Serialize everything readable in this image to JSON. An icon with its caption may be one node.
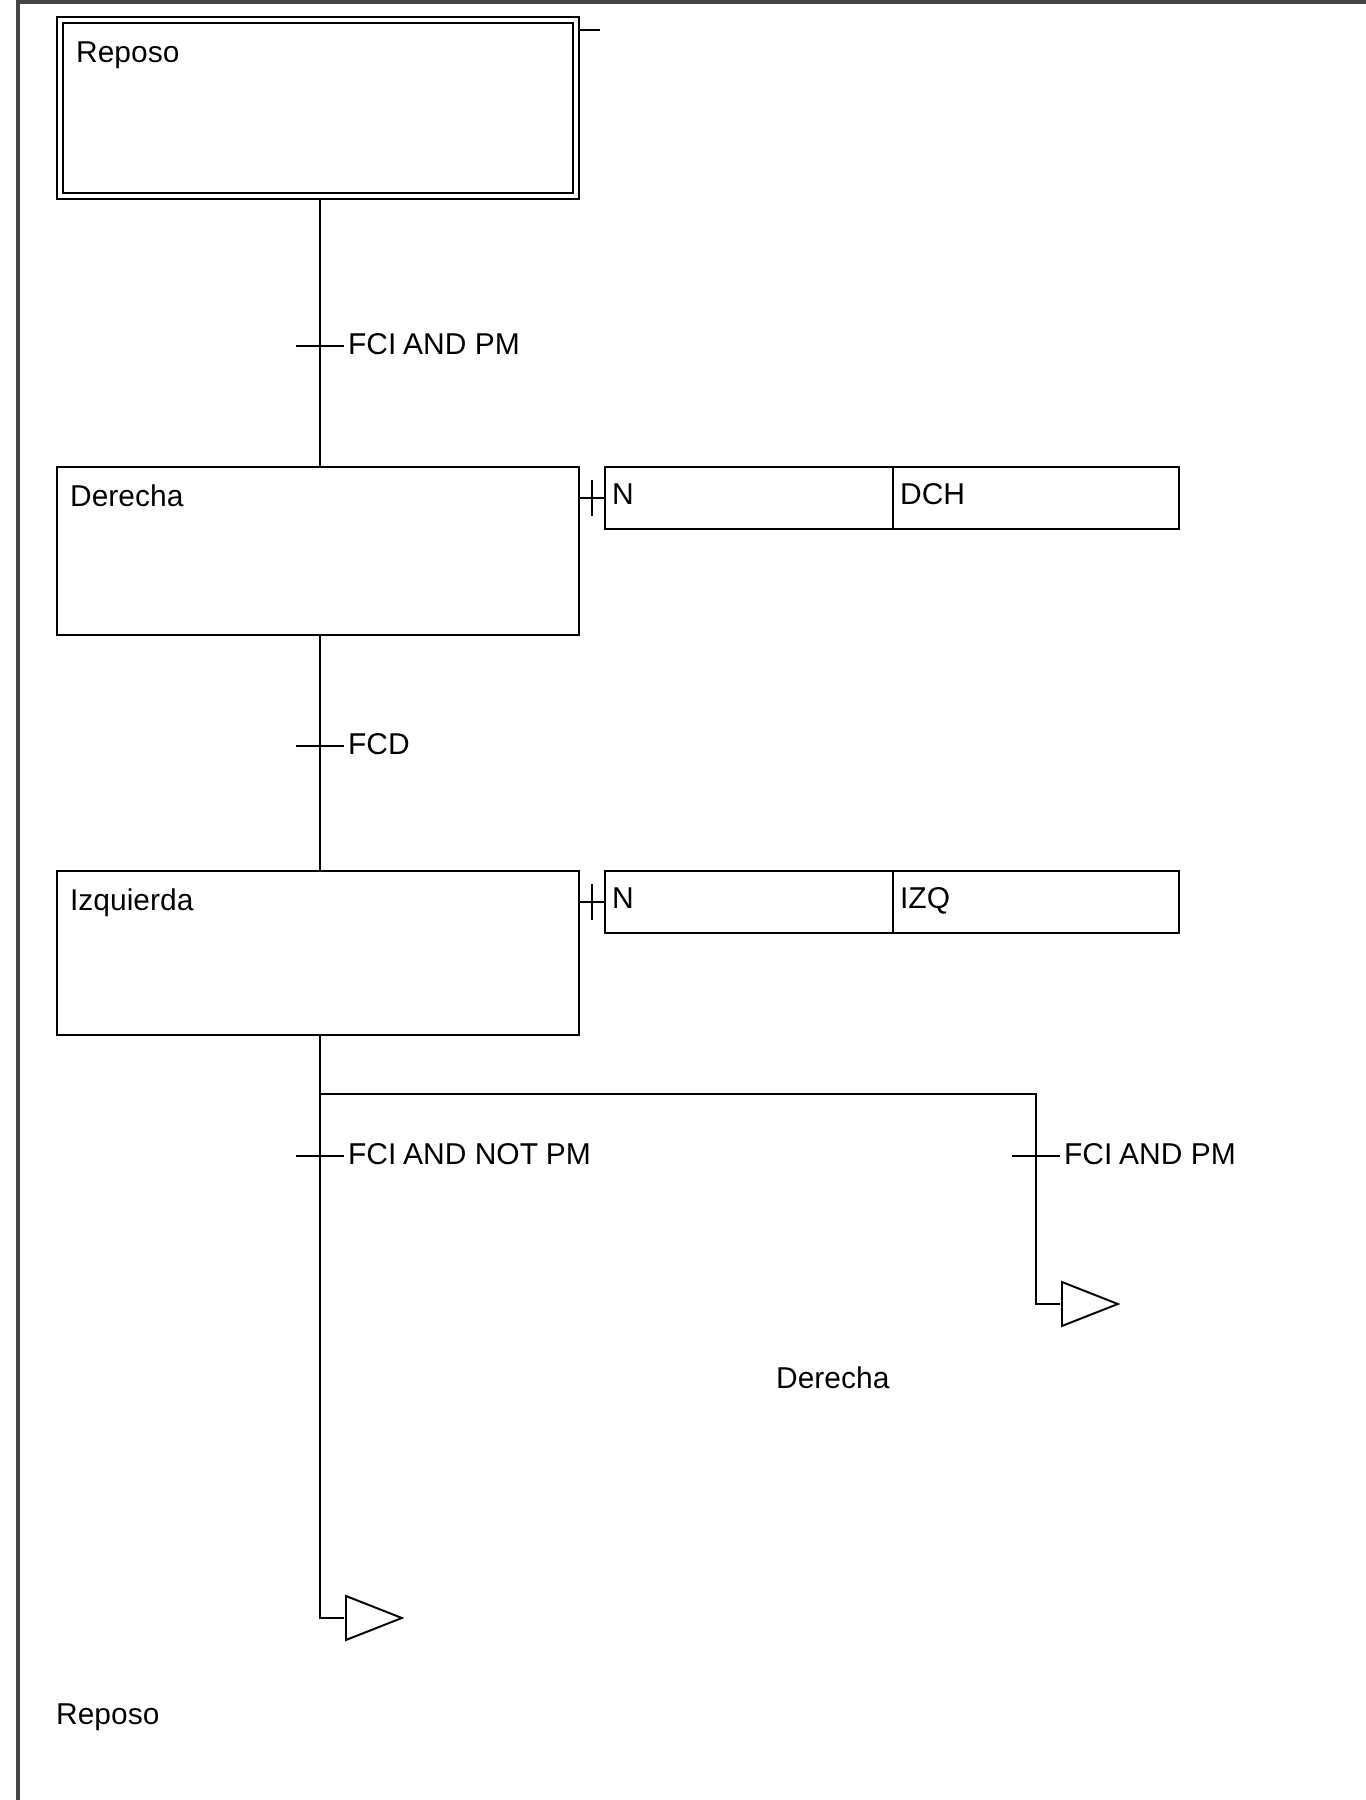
{
  "diagram": {
    "nodes": [
      {
        "text": [
          "Reposo"
        ]
      },
      {
        "text": [
          "Derecha"
        ]
      },
      {
        "text": [
          "N",
          "DCH"
        ]
      },
      {
        "text": [
          "Izquierda"
        ]
      },
      {
        "text": [
          "N",
          "IZQ"
        ]
      },
      {
        "text": [],
        "shape": "triangle"
      },
      {
        "text": [],
        "shape": "triangle"
      }
    ],
    "labels": [
      "Derecha",
      "Reposo"
    ],
    "edges": [
      {
        "from": 0,
        "to": 1,
        "arrow": "none",
        "label": "FCI AND PM"
      },
      {
        "from": 1,
        "to": 2,
        "arrow": "none"
      },
      {
        "from": 1,
        "to": 3,
        "arrow": "none",
        "label": "FCD"
      },
      {
        "from": 3,
        "to": 4,
        "arrow": "none"
      },
      {
        "from": 3,
        "to": 6,
        "arrow": "none",
        "label": "FCI AND NOT PM"
      },
      {
        "from": 3,
        "to": 5,
        "arrow": "none",
        "label": "FCI AND PM"
      }
    ]
  }
}
